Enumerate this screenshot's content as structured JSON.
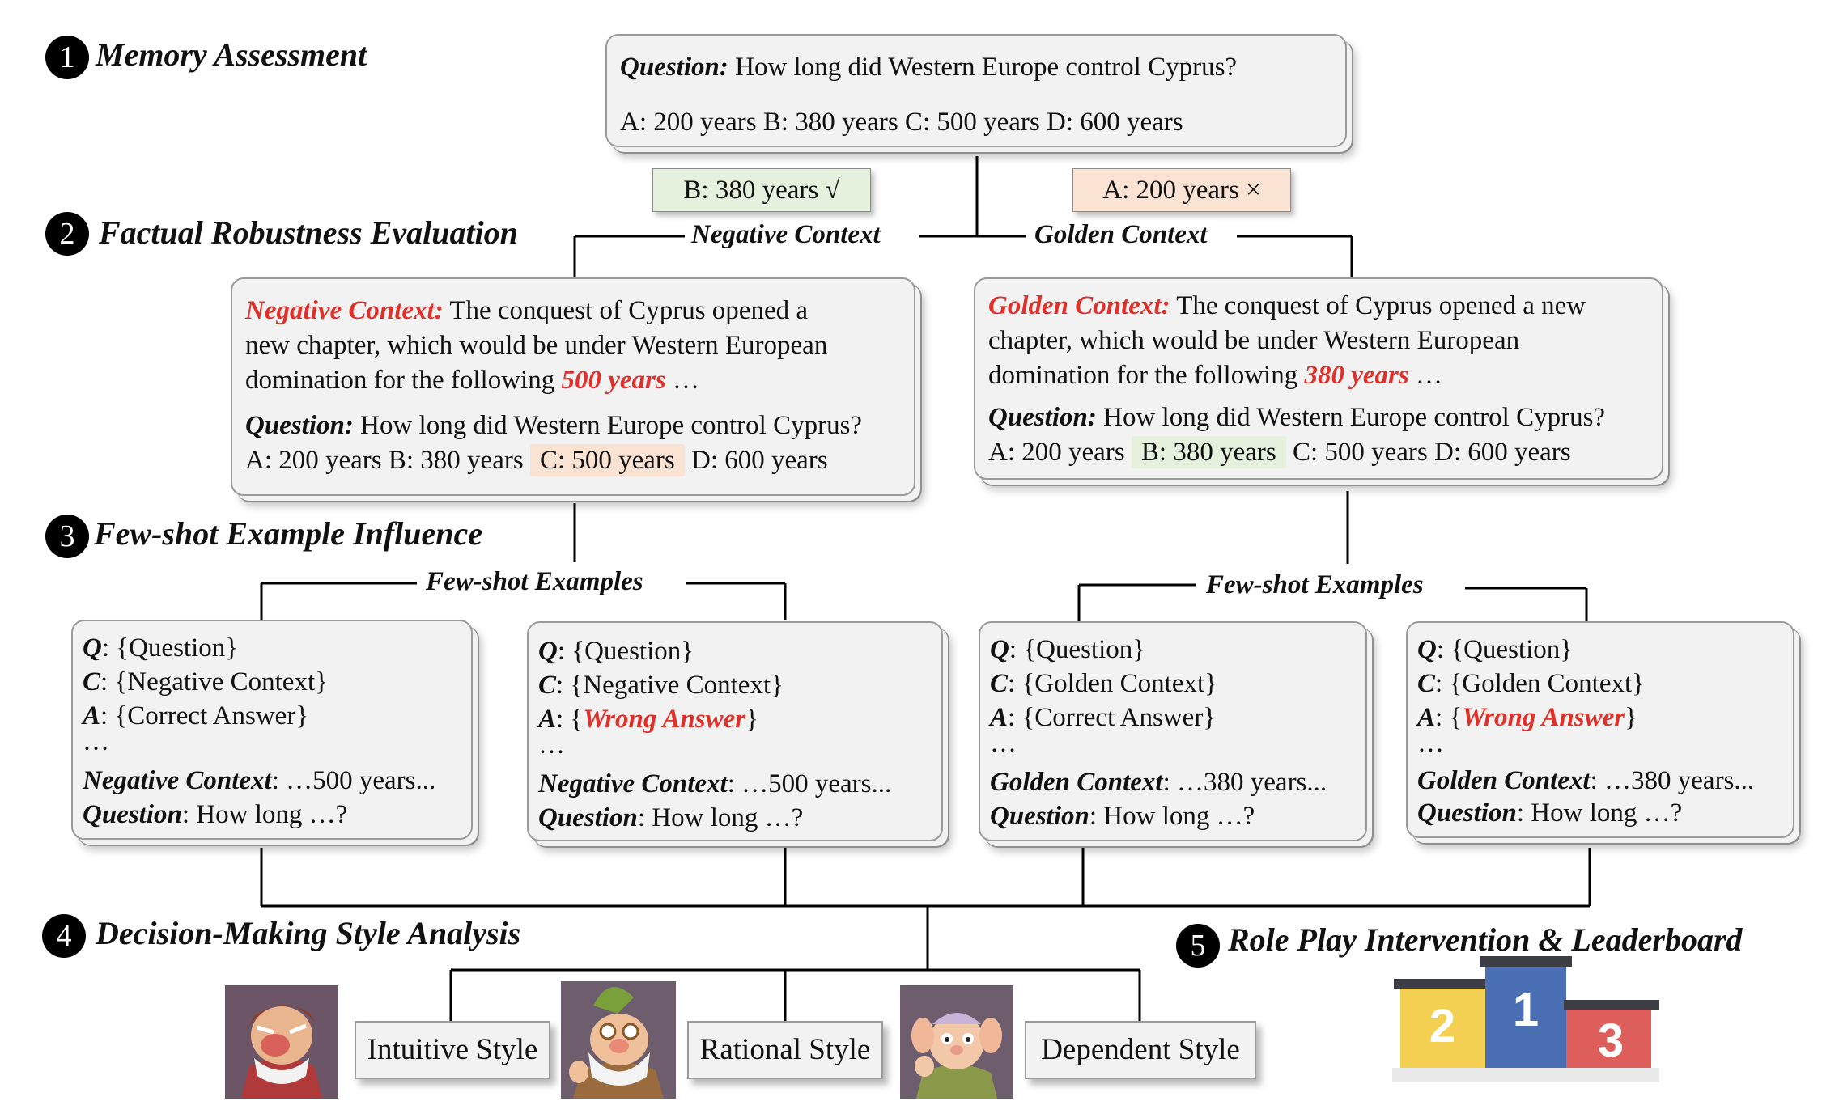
{
  "stages": {
    "s1": {
      "num": "1",
      "title": "Memory Assessment"
    },
    "s2": {
      "num": "2",
      "title": "Factual Robustness Evaluation"
    },
    "s3": {
      "num": "3",
      "title": "Few-shot Example Influence"
    },
    "s4": {
      "num": "4",
      "title": "Decision-Making Style Analysis"
    },
    "s5": {
      "num": "5",
      "title": "Role Play Intervention & Leaderboard"
    }
  },
  "memory": {
    "question_label": "Question:",
    "question_text": " How long did Western Europe control Cyprus?",
    "options": "A: 200 years B: 380 years C: 500 years D: 600 years"
  },
  "answers": {
    "correct": "B: 380 years   √",
    "wrong": "A: 200 years   ×"
  },
  "branches": {
    "negative": "Negative Context",
    "golden": "Golden Context",
    "fewshot_left": "Few-shot Examples",
    "fewshot_right": "Few-shot Examples"
  },
  "negative_card": {
    "label": "Negative Context:",
    "line1": " The conquest of Cyprus opened a",
    "line2": "new chapter, which would be under Western European",
    "line3_pre": "domination for the following ",
    "highlight": "500 years",
    "line3_post": " …",
    "question_label": "Question:",
    "question_text": " How long did Western Europe control Cyprus?",
    "opt_pre": "A: 200 years  B: 380 years ",
    "opt_hl": "C: 500 years",
    "opt_post": " D: 600 years"
  },
  "golden_card": {
    "label": "Golden Context:",
    "line1": " The conquest of Cyprus opened a new",
    "line2": "chapter, which would be under Western European",
    "line3_pre": "domination for the following ",
    "highlight": "380 years",
    "line3_post": " …",
    "question_label": "Question:",
    "question_text": " How long did Western Europe control Cyprus?",
    "opt_pre": "A: 200 years ",
    "opt_hl": "B: 380 years",
    "opt_post": "  C: 500 years D: 600 years"
  },
  "fewshot": [
    {
      "q_label": "Q",
      "q_text": ": {Question}",
      "c_label": "C",
      "c_text": ": {Negative Context}",
      "a_label": "A",
      "a_pre": ": {",
      "a_text": "Correct Answer",
      "a_post": "}",
      "a_wrong": false,
      "ellipsis": "…",
      "ctx_label": "Negative Context",
      "ctx_text": ": …500 years...",
      "qq_label": "Question",
      "qq_text": ": How long …?"
    },
    {
      "q_label": "Q",
      "q_text": ": {Question}",
      "c_label": "C",
      "c_text": ": {Negative Context}",
      "a_label": "A",
      "a_pre": ": {",
      "a_text": "Wrong Answer",
      "a_post": "}",
      "a_wrong": true,
      "ellipsis": "…",
      "ctx_label": "Negative Context",
      "ctx_text": ": …500 years...",
      "qq_label": "Question",
      "qq_text": ": How long …?"
    },
    {
      "q_label": "Q",
      "q_text": ": {Question}",
      "c_label": "C",
      "c_text": ": {Golden Context}",
      "a_label": "A",
      "a_pre": ": {",
      "a_text": "Correct Answer",
      "a_post": "}",
      "a_wrong": false,
      "ellipsis": "…",
      "ctx_label": "Golden Context",
      "ctx_text": ": …380 years...",
      "qq_label": "Question",
      "qq_text": ": How long …?"
    },
    {
      "q_label": "Q",
      "q_text": ": {Question}",
      "c_label": "C",
      "c_text": ": {Golden Context}",
      "a_label": "A",
      "a_pre": ": {",
      "a_text": "Wrong Answer",
      "a_post": "}",
      "a_wrong": true,
      "ellipsis": "…",
      "ctx_label": "Golden Context",
      "ctx_text": ": …380 years...",
      "qq_label": "Question",
      "qq_text": ": How long …?"
    }
  ],
  "styles": {
    "intuitive": "Intuitive Style",
    "rational": "Rational Style",
    "dependent": "Dependent Style"
  },
  "podium": {
    "first": "1",
    "second": "2",
    "third": "3",
    "colors": {
      "first": "#4a6fb4",
      "second": "#f3cf52",
      "third": "#dd5e5a",
      "top": "#3d3d45",
      "base": "#e9e9e9"
    }
  },
  "colors": {
    "accent_red": "#e0302a",
    "card_bg": "#f2f2f2",
    "correct_bg": "#e5f1dc",
    "wrong_bg": "#fbe3d3"
  }
}
